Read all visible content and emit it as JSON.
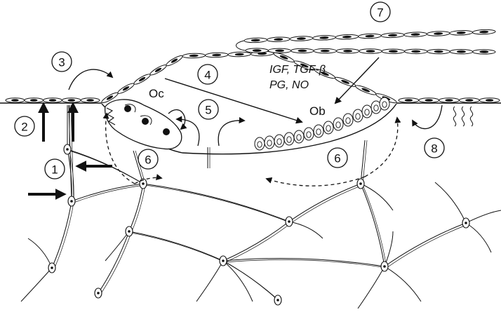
{
  "diagram": {
    "step_labels": [
      "1",
      "2",
      "3",
      "4",
      "5",
      "6",
      "6",
      "7",
      "8"
    ],
    "cell_labels": {
      "osteoclast": "Oc",
      "osteoblast": "Ob"
    },
    "factor_lines": {
      "line1": "IGF, TGF-β",
      "line2": "PG, NO"
    },
    "colors": {
      "ink": "#111111",
      "background": "#ffffff"
    }
  }
}
